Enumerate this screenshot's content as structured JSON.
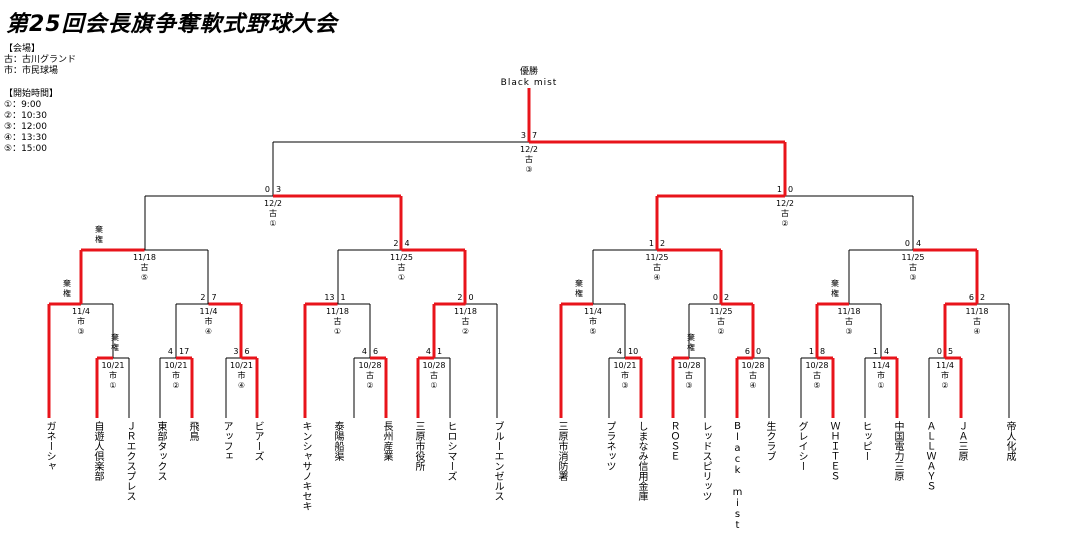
{
  "title": "第25回会長旗争奪軟式野球大会",
  "venue": {
    "heading": "【会場】",
    "lines": [
      "古：古川グランド",
      "市：市民球場"
    ]
  },
  "times": {
    "heading": "【開始時間】",
    "lines": [
      "①：9:00",
      "②：10:30",
      "③：12:00",
      "④：13:30",
      "⑤：15:00"
    ]
  },
  "champion": {
    "label": "優勝",
    "team": "Black mist"
  },
  "colors": {
    "win": "#e8141b",
    "line": "#000000"
  },
  "teams": [
    "ガネーシャ",
    "自遊人倶楽部",
    "ＪＲエクスプレス",
    "東部タックス",
    "飛鳥",
    "アッフェ",
    "ビアーズ",
    "キンシャサノキセキ",
    "泰陽船渠",
    "長州産業",
    "三原市役所",
    "ヒロシマーズ",
    "ブルーエンゼルス",
    "三原市消防署",
    "プラネッツ",
    "しまなみ信用金庫",
    "ＲＯＳＥ",
    "レッドスピリッツ",
    "Black mist",
    "生クラブ",
    "グレイシー",
    "ＷＨＩＴＥＳ",
    "ヒッピー",
    "中国電力三原",
    "ＡＬＬＷＡＹＳ",
    "ＪＡ三原",
    "帝人化成"
  ],
  "matches": [
    {
      "id": "a1",
      "date": "10/21",
      "venue": "市",
      "time": "①",
      "ls": "棄",
      "rs": "権"
    },
    {
      "id": "a2",
      "date": "10/21",
      "venue": "市",
      "time": "②",
      "ls": "4",
      "rs": "17"
    },
    {
      "id": "a3",
      "date": "10/21",
      "venue": "市",
      "time": "④",
      "ls": "3",
      "rs": "6"
    },
    {
      "id": "a4",
      "date": "10/28",
      "venue": "古",
      "time": "②",
      "ls": "4",
      "rs": "6"
    },
    {
      "id": "a5",
      "date": "10/28",
      "venue": "古",
      "time": "①",
      "ls": "4",
      "rs": "1"
    },
    {
      "id": "a6",
      "date": "10/21",
      "venue": "市",
      "time": "③",
      "ls": "4",
      "rs": "10"
    },
    {
      "id": "a7",
      "date": "10/28",
      "venue": "古",
      "time": "③",
      "ls": "棄",
      "rs": "権"
    },
    {
      "id": "a8",
      "date": "10/28",
      "venue": "古",
      "time": "④",
      "ls": "6",
      "rs": "0"
    },
    {
      "id": "a9",
      "date": "10/28",
      "venue": "古",
      "time": "⑤",
      "ls": "1",
      "rs": "8"
    },
    {
      "id": "a10",
      "date": "11/4",
      "venue": "市",
      "time": "①",
      "ls": "1",
      "rs": "4"
    },
    {
      "id": "a11",
      "date": "11/4",
      "venue": "市",
      "time": "②",
      "ls": "0",
      "rs": "5"
    },
    {
      "id": "b1",
      "date": "11/4",
      "venue": "市",
      "time": "③",
      "ls": "棄",
      "rs": "権"
    },
    {
      "id": "b2",
      "date": "11/4",
      "venue": "市",
      "time": "④",
      "ls": "2",
      "rs": "7"
    },
    {
      "id": "b3",
      "date": "11/18",
      "venue": "古",
      "time": "①",
      "ls": "13",
      "rs": "1"
    },
    {
      "id": "b4",
      "date": "11/18",
      "venue": "古",
      "time": "②",
      "ls": "2",
      "rs": "0"
    },
    {
      "id": "b5",
      "date": "11/4",
      "venue": "市",
      "time": "⑤",
      "ls": "棄",
      "rs": "権"
    },
    {
      "id": "b6",
      "date": "11/25",
      "venue": "古",
      "time": "②",
      "ls": "0",
      "rs": "2"
    },
    {
      "id": "b7",
      "date": "11/18",
      "venue": "古",
      "time": "③",
      "ls": "棄",
      "rs": "権"
    },
    {
      "id": "b8",
      "date": "11/18",
      "venue": "古",
      "time": "④",
      "ls": "6",
      "rs": "2"
    },
    {
      "id": "c1",
      "date": "11/18",
      "venue": "古",
      "time": "⑤",
      "ls": "棄",
      "rs": "権"
    },
    {
      "id": "c2",
      "date": "11/25",
      "venue": "古",
      "time": "①",
      "ls": "2",
      "rs": "4"
    },
    {
      "id": "c3",
      "date": "11/25",
      "venue": "古",
      "time": "④",
      "ls": "1",
      "rs": "2"
    },
    {
      "id": "c4",
      "date": "11/25",
      "venue": "古",
      "time": "③",
      "ls": "0",
      "rs": "4"
    },
    {
      "id": "d1",
      "date": "12/2",
      "venue": "古",
      "time": "①",
      "ls": "0",
      "rs": "3"
    },
    {
      "id": "d2",
      "date": "12/2",
      "venue": "古",
      "time": "②",
      "ls": "1",
      "rs": "0"
    },
    {
      "id": "f",
      "date": "12/2",
      "venue": "古",
      "time": "③",
      "ls": "3",
      "rs": "7"
    }
  ]
}
